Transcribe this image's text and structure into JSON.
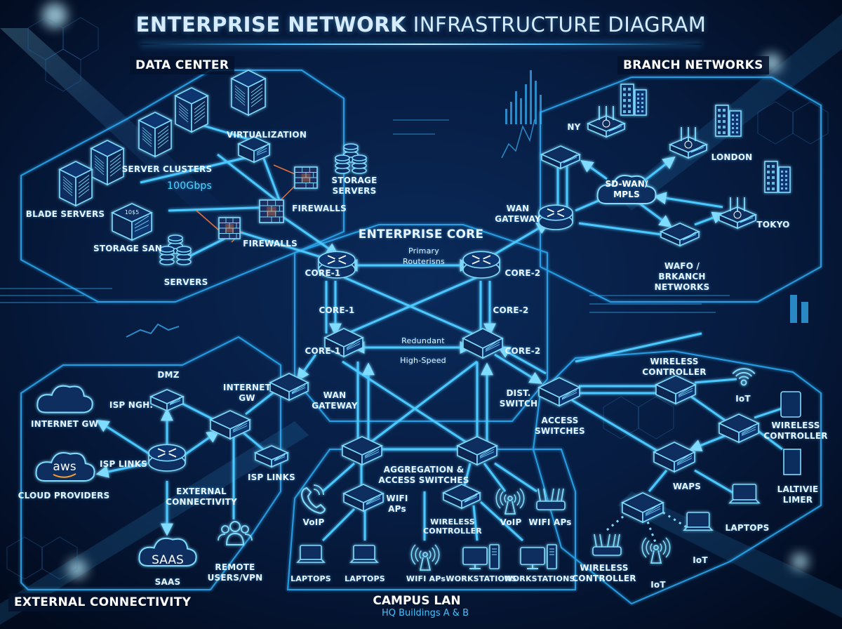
{
  "title": {
    "bold": "ENTERPRISE NETWORK",
    "light": "INFRASTRUCTURE DIAGRAM"
  },
  "colors": {
    "background": "#04122b",
    "line": "#2fb4ff",
    "glow": "#7fdcff",
    "text": "#e8f4ff",
    "accent": "#4fd6ff",
    "firewall_link": "#ff7a3a"
  },
  "sections": {
    "data_center": "DATA CENTER",
    "branch_networks": "BRANCH NETWORKS",
    "enterprise_core": "ENTERPRISE CORE",
    "external_connectivity": "EXTERNAL CONNECTIVITY",
    "campus_lan": "CAMPUS LAN",
    "campus_lan_sub": "HQ Buildings A & B"
  },
  "data_center": {
    "virtualization": "VIRTUALIZATION",
    "server_clusters": "SERVER CLUSTERS",
    "link_speed": "100Gbps",
    "storage_servers": "STORAGE\nSERVERS",
    "firewalls_top": "FIREWALLS",
    "blade_servers": "BLADE SERVERS",
    "storage_san": "STORAGE SAN",
    "san_badge": "10$5",
    "firewalls_bottom": "FIREWALLS",
    "servers": "SERVERS"
  },
  "branch": {
    "ny": "NY",
    "london": "LONDON",
    "tokyo": "TOKYO",
    "sdwan": "SD-WAN/\nMPLS",
    "wan_gateway": "WAN\nGATEWAY",
    "wafo": "WAFO /\nBRKANCH\nNETWORKS"
  },
  "core": {
    "primary": "Primary\nRouterisns",
    "core1_router": "CORE-1",
    "core2_router": "CORE-2",
    "core1_mid": "CORE-1",
    "core2_mid": "CORE-2",
    "core1_switch": "CORE-1",
    "core2_switch": "CORE-2",
    "redundant": "Redundant",
    "high_speed": "High-Speed",
    "dist_switch": "DIST.\nSWITCH"
  },
  "external": {
    "dmz": "DMZ",
    "isp_ngh": "ISP NGH.",
    "internet_gw_node": "INTERNET\nGW",
    "wan_gateway": "WAN\nGATEWAY",
    "internet_gw_cloud": "INTERNET GW",
    "isp_links_left": "ISP LINKS",
    "isp_links_right": "ISP LINKS",
    "aws": "aws",
    "cloud_providers": "CLOUD PROVIDERS",
    "external_connectivity": "EXTERNAL\nCONNECTIVITY",
    "saas_cloud": "SAAS",
    "saas_label": "SAAS",
    "remote_users": "REMOTE\nUSERS/VPN"
  },
  "campus": {
    "aggregation": "AGGREGATION &\nACCESS SWITCHES",
    "voip_left": "VoIP",
    "wifi_aps_switch": "WIFI\nAPs",
    "wireless_controller": "WIRELESS\nCONTROLLER",
    "voip_right": "VoIP",
    "wifi_aps_router": "WIFI APs",
    "laptops_1": "LAPTOPS",
    "laptops_2": "LAPTOPS",
    "wifi_aps_antenna": "WIFI APs",
    "workstations_1": "WORKSTATIONS",
    "workstations_2": "WORKSTATIONS"
  },
  "wireless": {
    "access_switches": "ACCESS\nSWITCHES",
    "wireless_controller_top": "WIRELESS\nCONTROLLER",
    "iot_top": "IoT",
    "wireless_controller_right": "WIRELESS\nCONTROLLER",
    "waps": "WAPS",
    "laltivie": "LALTIVIE\nLIMER",
    "laptops": "LAPTOPS",
    "wireless_controller_bottom": "WIRELESS\nCONTROLLER",
    "iot_bottom": "IoT",
    "iot_mid": "IoT"
  }
}
